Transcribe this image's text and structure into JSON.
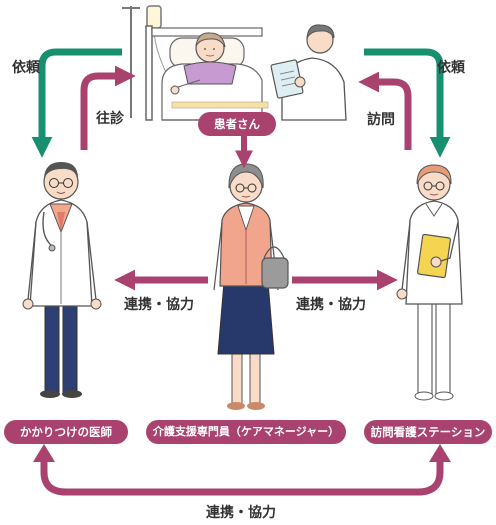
{
  "nodes": {
    "patient": "患者さん",
    "doctor": "かかりつけの医師",
    "care_manager": "介護支援専門員（ケアマネージャー）",
    "station": "訪問看護ステーション"
  },
  "edges": {
    "request_left": "依頼",
    "visit_consult": "往診",
    "request_right": "依頼",
    "home_visit": "訪問",
    "coop_left": "連携・協力",
    "coop_right": "連携・協力",
    "coop_bottom": "連携・協力"
  },
  "colors": {
    "green": "#17906f",
    "magenta": "#a9426f",
    "pill_bg": "#a9426f",
    "pill_text": "#ffffff",
    "text": "#333333"
  }
}
